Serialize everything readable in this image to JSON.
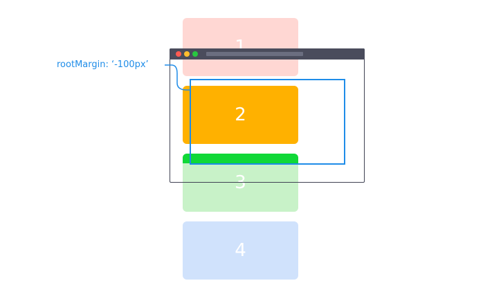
{
  "annotation": {
    "label": "rootMargin: ‘-100px’",
    "color": "#1e8ce8"
  },
  "boxes": [
    {
      "number": "1",
      "color": "#ff6b5c",
      "visible": false
    },
    {
      "number": "2",
      "color": "#ffb100",
      "visible": true
    },
    {
      "number": "3",
      "color": "#10d838",
      "visible": false
    },
    {
      "number": "4",
      "color": "#6fa6f5",
      "visible": false
    }
  ],
  "browser": {
    "titlebar_color": "#4a4c5c",
    "buttons": [
      "red",
      "yellow",
      "green"
    ]
  }
}
